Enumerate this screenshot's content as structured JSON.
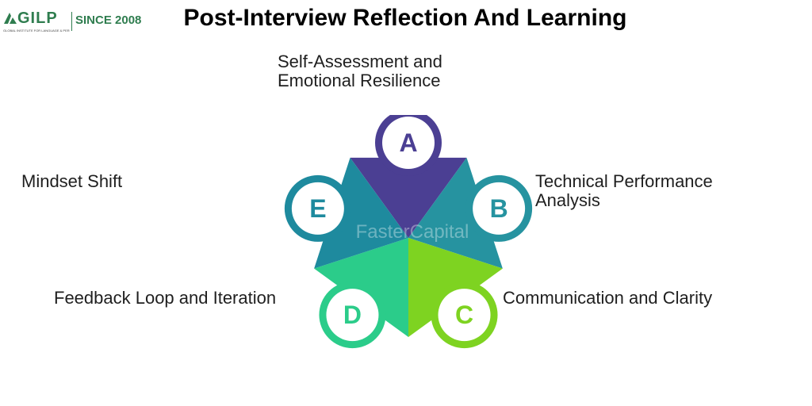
{
  "header": {
    "logo_text": "GILP",
    "logo_subtitle": "GLOBAL INSTITUTE FOR LANGUAGE & PERSONALITY",
    "since": "SINCE 2008",
    "title": "Post-Interview Reflection And Learning"
  },
  "diagram": {
    "watermark": "FasterCapital",
    "segments": [
      {
        "letter": "A",
        "label_line1": "Self-Assessment and",
        "label_line2": "Emotional Resilience",
        "color": "#4b3f93"
      },
      {
        "letter": "B",
        "label_line1": "Technical Performance",
        "label_line2": "Analysis",
        "color": "#2693a0"
      },
      {
        "letter": "C",
        "label_line1": "Communication and Clarity",
        "label_line2": "",
        "color": "#7ed321"
      },
      {
        "letter": "D",
        "label_line1": "Feedback Loop and Iteration",
        "label_line2": "",
        "color": "#2bcc8a"
      },
      {
        "letter": "E",
        "label_line1": "Mindset Shift",
        "label_line2": "",
        "color": "#1e8a9e"
      }
    ]
  }
}
